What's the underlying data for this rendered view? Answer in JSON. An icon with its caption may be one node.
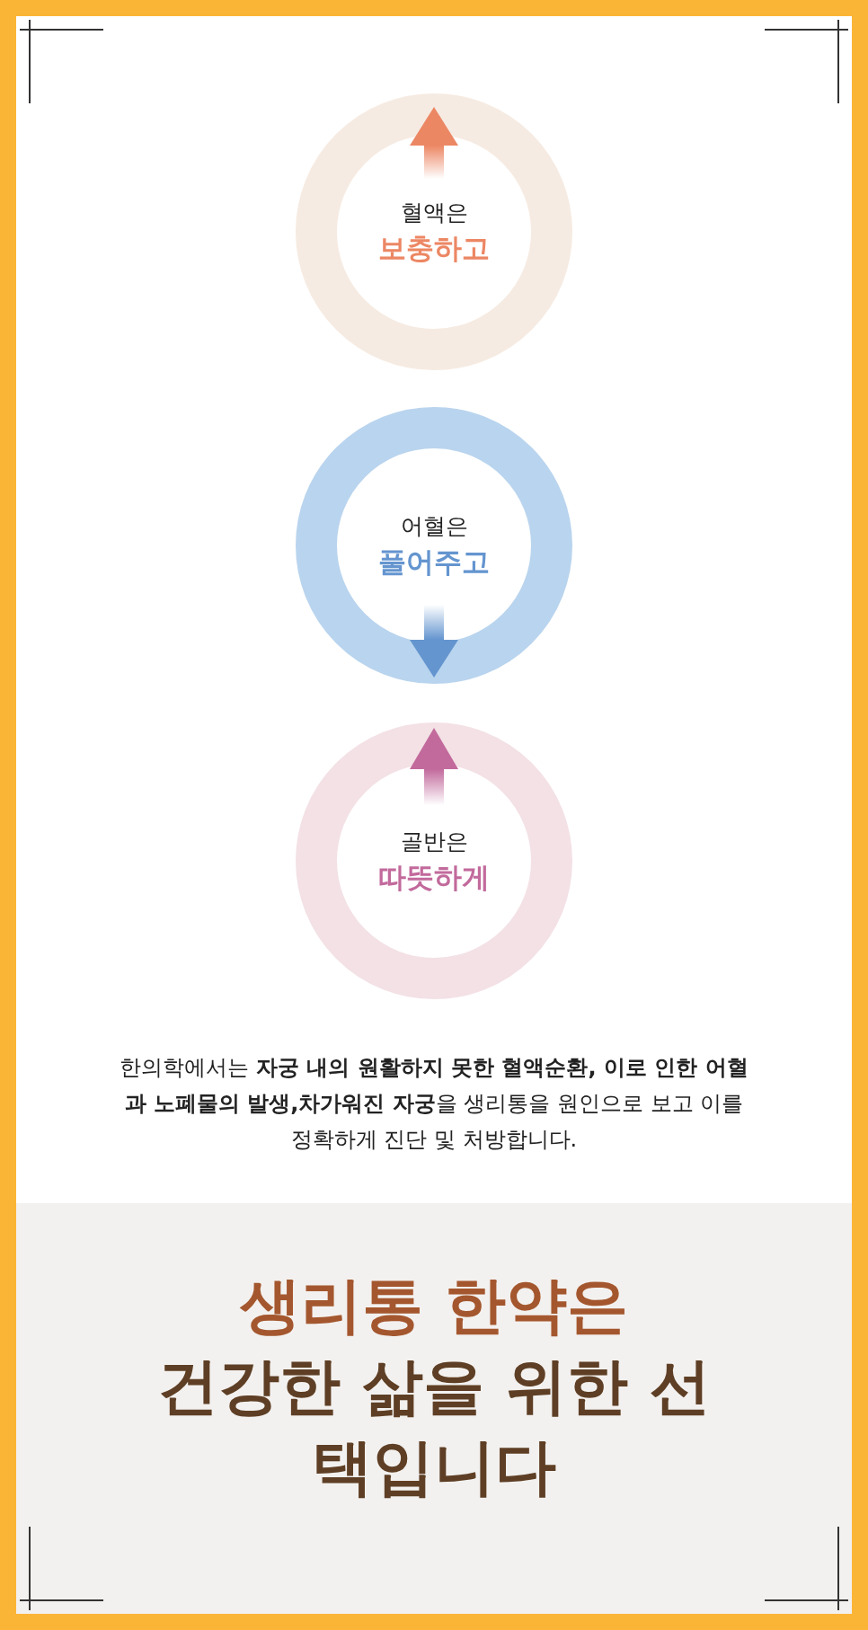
{
  "diagram": {
    "nodes": [
      {
        "text": [
          "혈액은",
          "보충하고"
        ]
      },
      {
        "text": [
          "어혈은",
          "풀어주고"
        ]
      },
      {
        "text": [
          "골반은",
          "따뜻하게"
        ]
      }
    ],
    "labels": [
      "한의학에서는 **자궁 내의 원활하지 못한 혈액순환, 이로 인한 어혈과 노폐물의 발생,차가워진 자궁**을 생리통을 원인으로 보고 이를 정확하게 진단 및 처방합니다.",
      "생리통 한약은",
      "건강한 삶을 위한 선택입니다"
    ]
  }
}
